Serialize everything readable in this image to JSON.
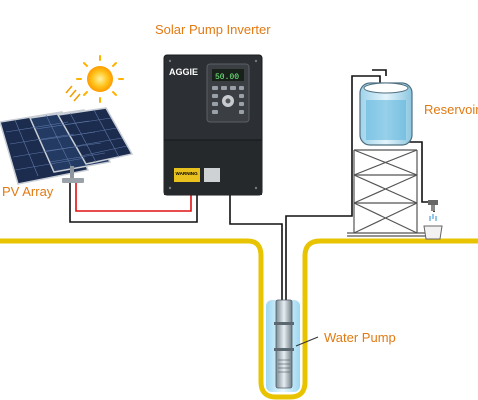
{
  "labels": {
    "inverter": "Solar Pump Inverter",
    "reservoir": "Reservoir",
    "pv_array": "PV Array",
    "water_pump": "Water Pump"
  },
  "inverter_panel": {
    "brand": "AGGIE",
    "display": "50.00",
    "warning": "WARNING"
  },
  "colors": {
    "ground_line": "#e8c400",
    "label_text": "#e27a12",
    "wire_red": "#e01010",
    "water": "#bfe6f7",
    "sun": "#ffb300"
  },
  "icons": [
    "sun-icon",
    "solar-panel-icon",
    "inverter-icon",
    "water-tank-icon",
    "tap-icon",
    "submersible-pump-icon"
  ]
}
